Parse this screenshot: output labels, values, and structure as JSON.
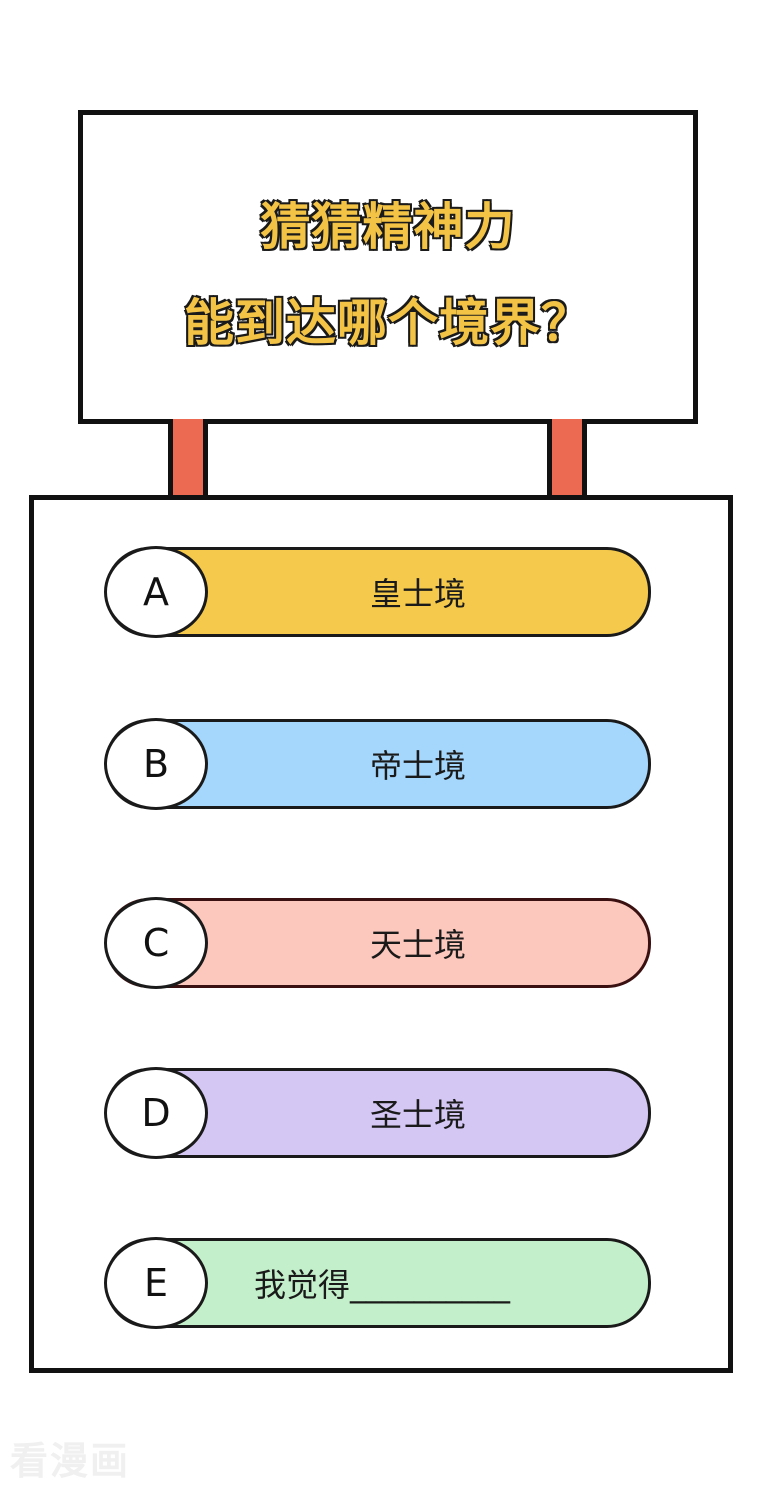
{
  "question": {
    "line1": "猜猜精神力",
    "line2": "能到达哪个境界？"
  },
  "options": [
    {
      "letter": "A",
      "text": "皇士境",
      "color": "#f5c94c"
    },
    {
      "letter": "B",
      "text": "帝士境",
      "color": "#a5d6fb"
    },
    {
      "letter": "C",
      "text": "天士境",
      "color": "#fcc8bd"
    },
    {
      "letter": "D",
      "text": "圣士境",
      "color": "#d5c7f4"
    },
    {
      "letter": "E",
      "text": "我觉得__________",
      "color": "#c3f0cb"
    }
  ],
  "colors": {
    "title_fill": "#f3c346",
    "pole": "#ec6a52",
    "outline": "#111111"
  },
  "watermark": "看漫画"
}
